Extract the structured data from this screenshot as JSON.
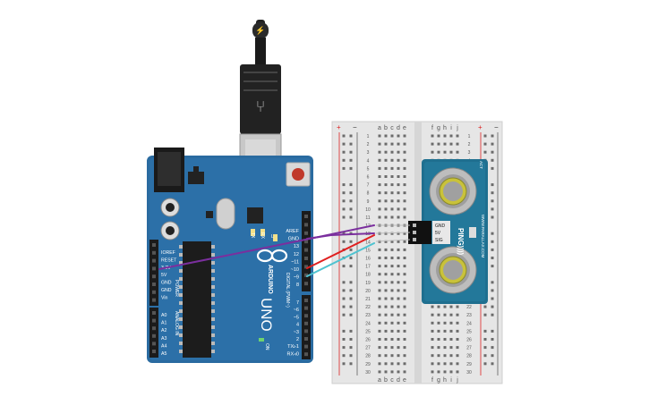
{
  "arduino": {
    "brand": "ARDUINO",
    "model": "UNO",
    "on_label": "ON",
    "power_header_label": "POWER",
    "analog_header_label": "ANALOG IN",
    "digital_header_label": "DIGITAL (PWM~)",
    "tx_label": "TX",
    "rx_label": "RX",
    "l_label": "L",
    "power_pins": [
      "IOREF",
      "RESET",
      "3.3V",
      "5V",
      "GND",
      "GND",
      "Vin"
    ],
    "analog_pins": [
      "A0",
      "A1",
      "A2",
      "A3",
      "A4",
      "A5"
    ],
    "digital_pins_top": [
      "AREF",
      "GND",
      "13",
      "12",
      "~11",
      "~10",
      "~9",
      "8"
    ],
    "digital_pins_bottom": [
      "7",
      "~6",
      "~5",
      "4",
      "~3",
      "2",
      "TX▹1",
      "RX◃0"
    ]
  },
  "breadboard": {
    "columns_left": [
      "a",
      "b",
      "c",
      "d",
      "e"
    ],
    "columns_right": [
      "f",
      "g",
      "h",
      "i",
      "j"
    ],
    "rows": 30,
    "rail_plus": "+",
    "rail_minus": "−"
  },
  "sensor": {
    "name": "PING))))",
    "url": "WWW.PARALLAX.COM",
    "pins": [
      "GND",
      "5V",
      "SIG"
    ],
    "act_label": "ACT"
  },
  "wires": [
    {
      "from": "5V",
      "to": "row 14",
      "color": "#7b2f9e"
    },
    {
      "from": "GND",
      "to": "row 13",
      "color": "#7b2f9e"
    },
    {
      "from": "~10",
      "to": "row 15",
      "color": "#e02020"
    },
    {
      "from": "~9",
      "to": "row 16",
      "color": "#4fc3d0"
    }
  ],
  "colors": {
    "board": "#2a6ba0",
    "board_dark": "#1f5683",
    "breadboard": "#e6e6e6",
    "sensor_pcb": "#1f6f8f"
  }
}
